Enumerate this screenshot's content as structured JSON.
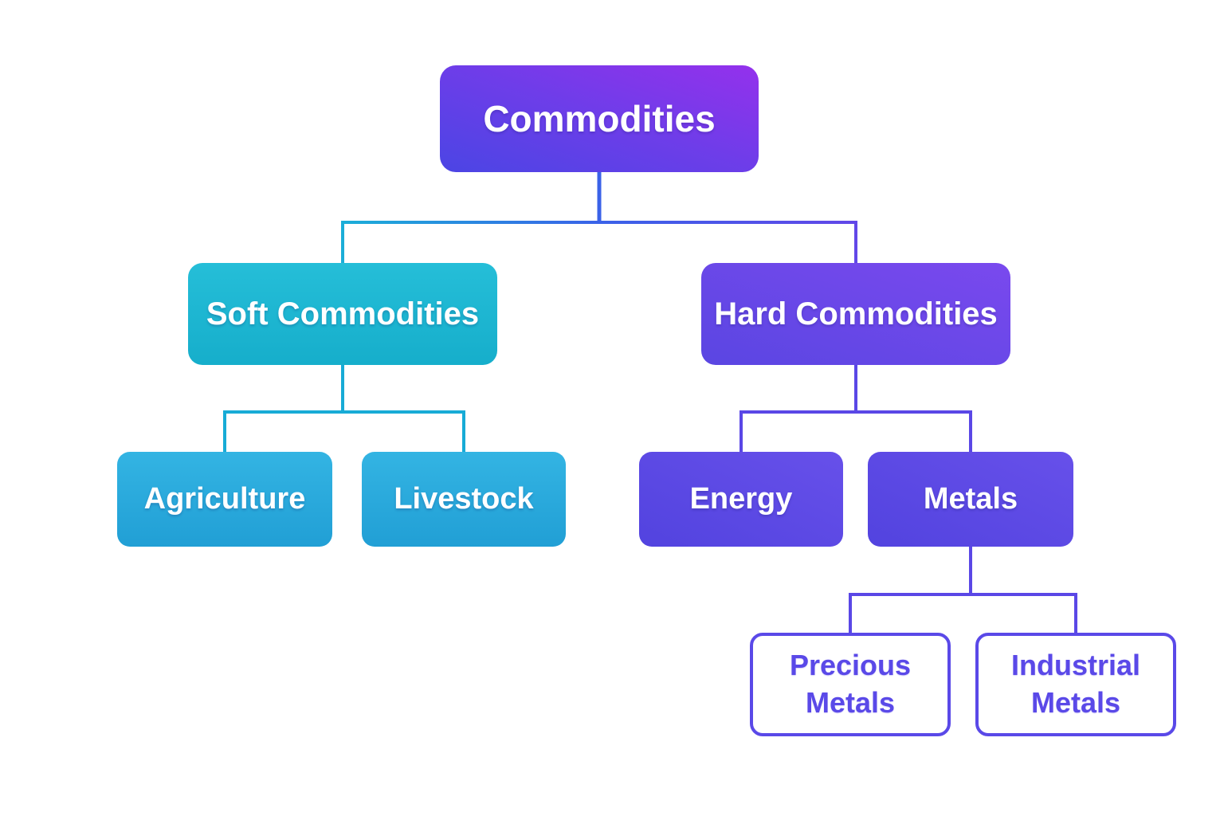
{
  "diagram": {
    "type": "tree",
    "title": "Commodities",
    "nodes": {
      "commodities": {
        "label": "Commodities",
        "level": 0,
        "parent": null
      },
      "soft_commodities": {
        "label": "Soft Commodities",
        "level": 1,
        "parent": "Commodities"
      },
      "hard_commodities": {
        "label": "Hard Commodities",
        "level": 1,
        "parent": "Commodities"
      },
      "agriculture": {
        "label": "Agriculture",
        "level": 2,
        "parent": "Soft Commodities"
      },
      "livestock": {
        "label": "Livestock",
        "level": 2,
        "parent": "Soft Commodities"
      },
      "energy": {
        "label": "Energy",
        "level": 2,
        "parent": "Hard Commodities"
      },
      "metals": {
        "label": "Metals",
        "level": 2,
        "parent": "Hard Commodities"
      },
      "precious_metals": {
        "label": "Precious Metals",
        "level": 3,
        "parent": "Metals"
      },
      "industrial_metals": {
        "label": "Industrial Metals",
        "level": 3,
        "parent": "Metals"
      }
    },
    "edges": [
      [
        "Commodities",
        "Soft Commodities"
      ],
      [
        "Commodities",
        "Hard Commodities"
      ],
      [
        "Soft Commodities",
        "Agriculture"
      ],
      [
        "Soft Commodities",
        "Livestock"
      ],
      [
        "Hard Commodities",
        "Energy"
      ],
      [
        "Hard Commodities",
        "Metals"
      ],
      [
        "Metals",
        "Precious Metals"
      ],
      [
        "Metals",
        "Industrial Metals"
      ]
    ],
    "colors": {
      "root_gradient_start": "#9431EC",
      "root_gradient_end": "#4B45E4",
      "soft_fill": "#1EB9D3",
      "soft_children_fill": "#2BACDF",
      "hard_fill": "#6C4BE9",
      "hard_children_fill": "#5D4BE7",
      "leaf_border": "#5A49E8",
      "leaf_text": "#5A49E8",
      "connector_cyan": "#17ABD6",
      "connector_blue": "#3A62E8",
      "connector_violet": "#5A47E6",
      "text_on_fill": "#FFFFFF",
      "background": "#FFFFFF"
    }
  }
}
